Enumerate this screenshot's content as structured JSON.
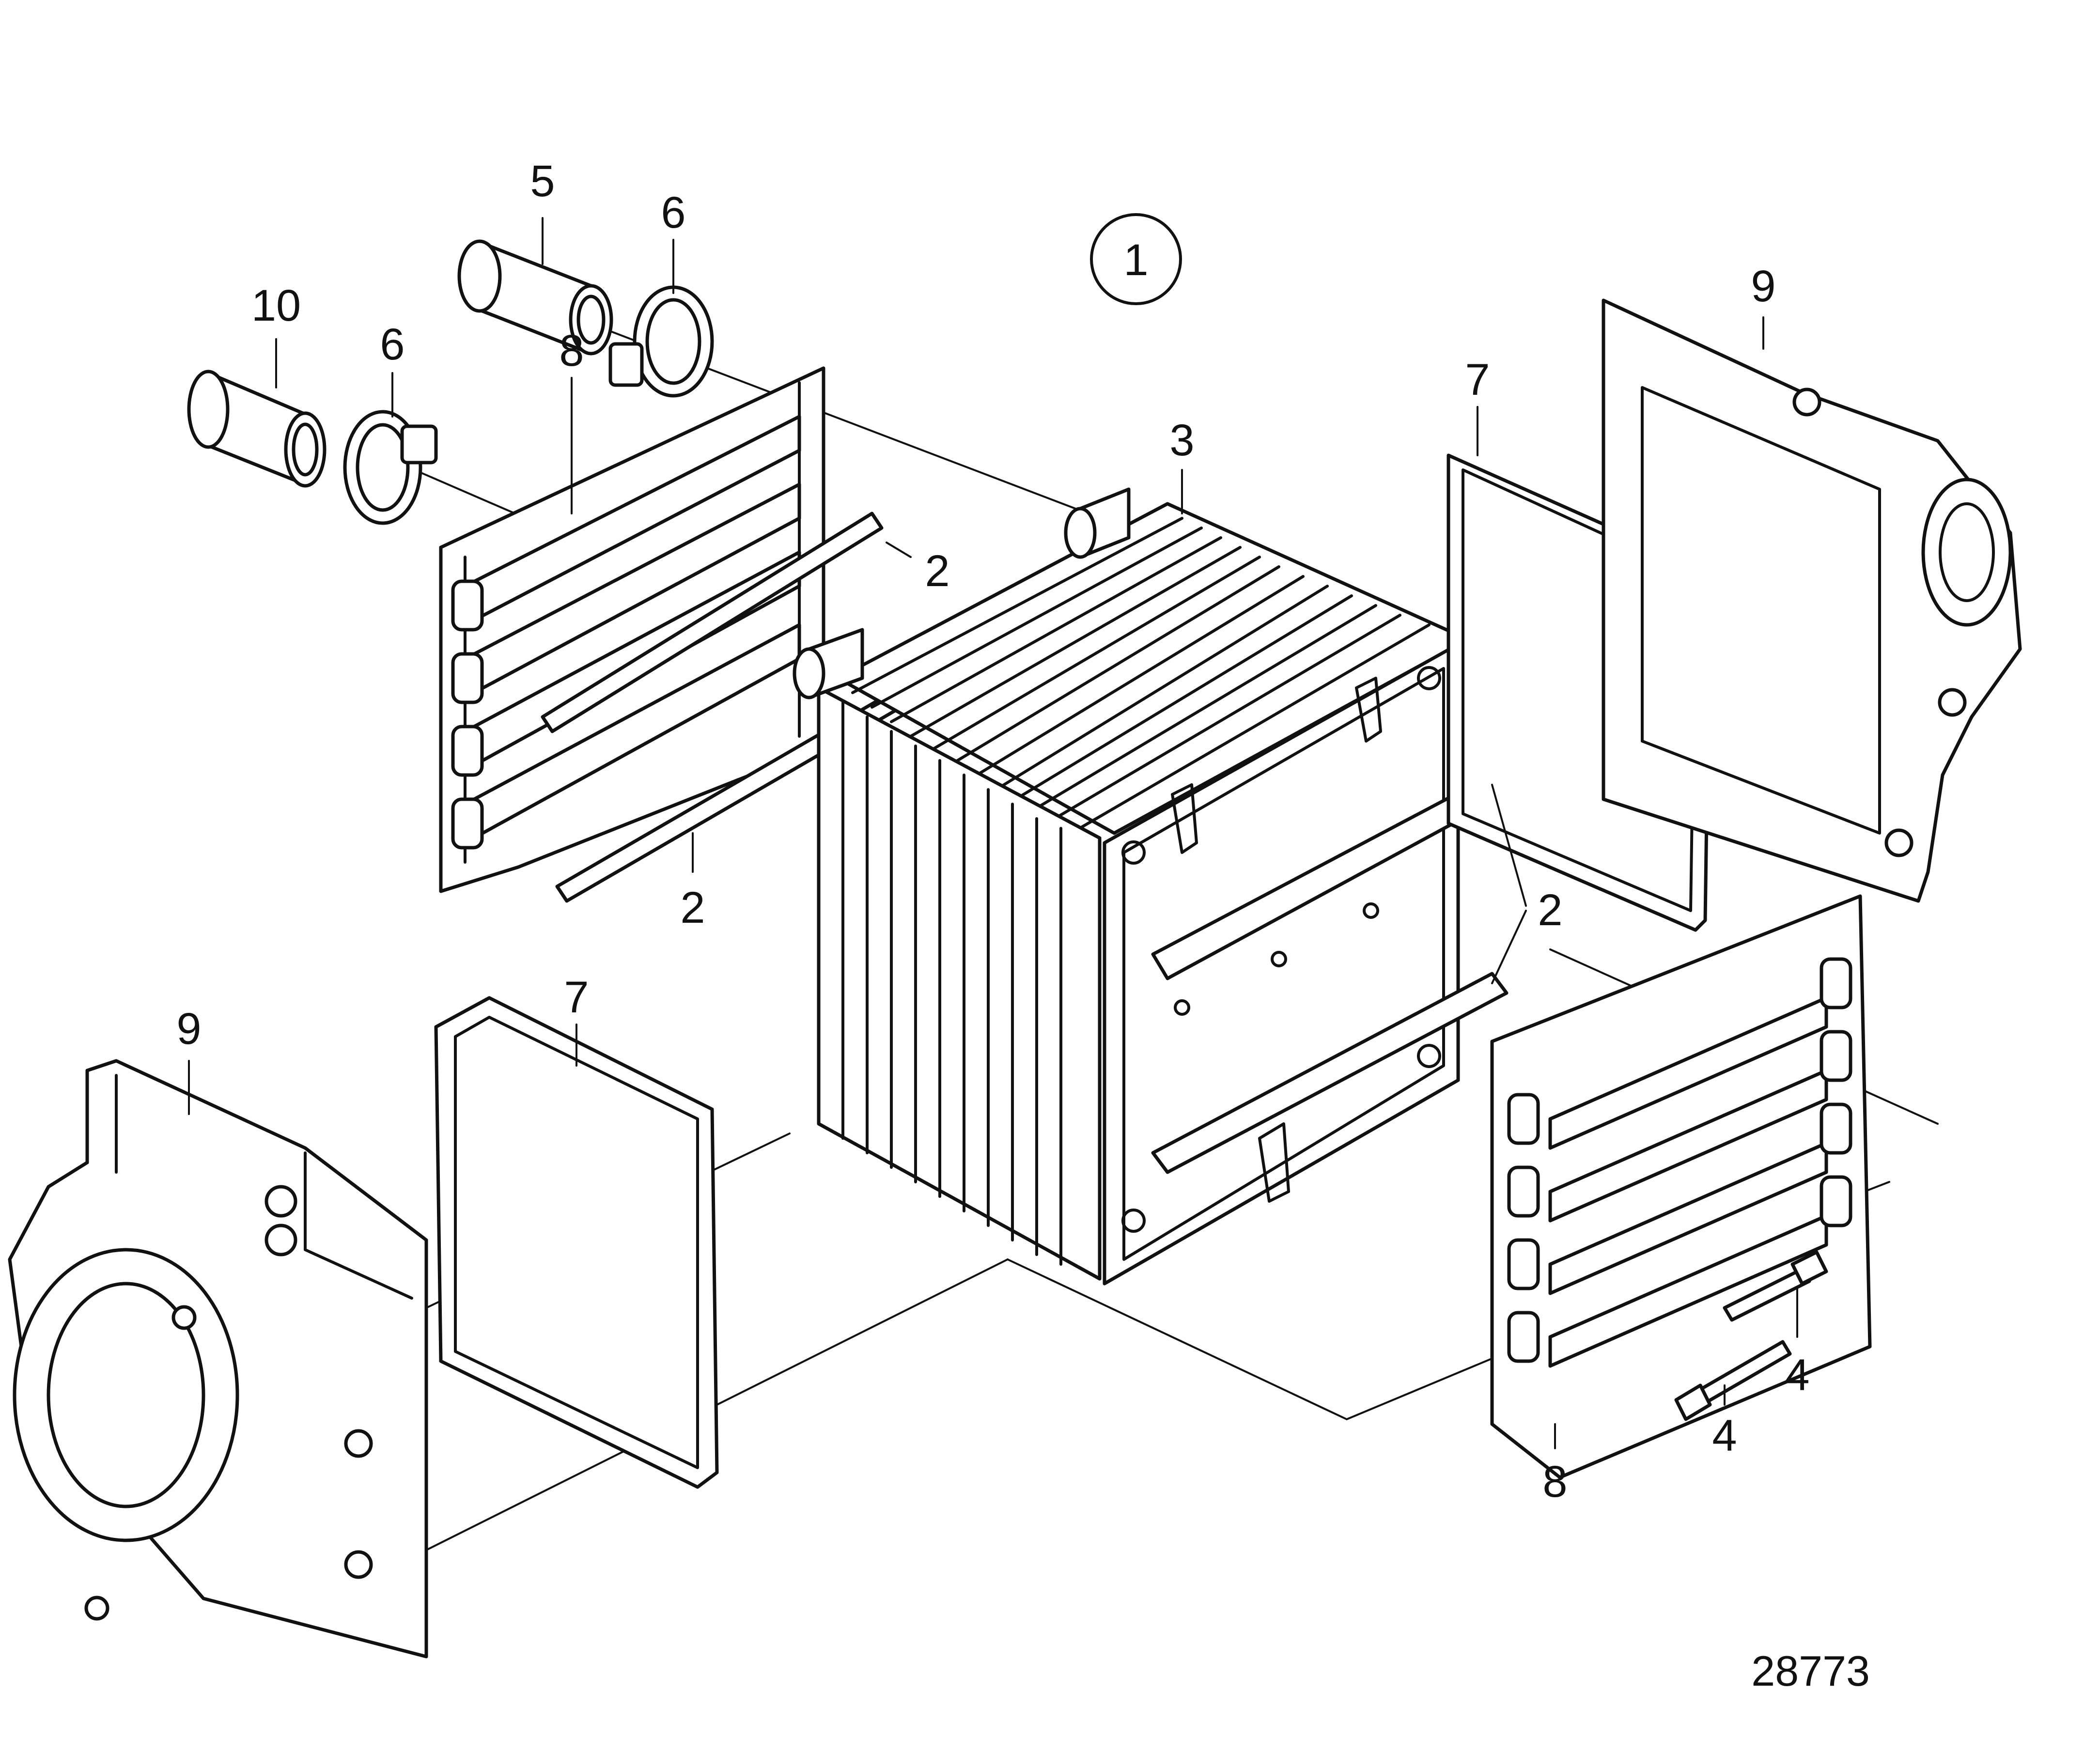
{
  "diagram": {
    "group_label": "1",
    "figure_number": "28773",
    "callouts": {
      "c10": "10",
      "c6a": "6",
      "c5": "5",
      "c6b": "6",
      "c8a": "8",
      "c2a": "2",
      "c2b": "2",
      "c3": "3",
      "c7a": "7",
      "c9a": "9",
      "c2c": "2",
      "c7b": "7",
      "c9b": "9",
      "c4a": "4",
      "c4b": "4",
      "c8b": "8"
    }
  }
}
